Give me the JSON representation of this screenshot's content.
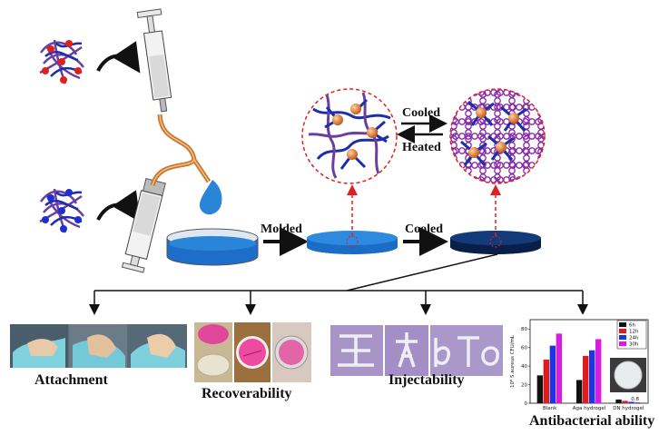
{
  "transitions": {
    "cooled_top": "Cooled",
    "heated": "Heated"
  },
  "steps": {
    "molded": "Molded",
    "cooled_bottom": "Cooled"
  },
  "properties": [
    {
      "label": "Attachment"
    },
    {
      "label": "Recoverability"
    },
    {
      "label": "Injectability"
    },
    {
      "label": "Antibacterial ability"
    }
  ],
  "colors": {
    "polymer_purple": "#6a3fa0",
    "polymer_blue": "#1c2fa8",
    "ion_red": "#e0201f",
    "ion_blue": "#1d2fd0",
    "tube_orange": "#c8782e",
    "gel_light": "#2a85d8",
    "gel_dark": "#0d2b60",
    "particle_orange": "#e07a2a"
  },
  "chart_data": {
    "type": "bar",
    "categories": [
      "Blank",
      "Aga hydrogel",
      "DN hydrogel"
    ],
    "series": [
      {
        "name": "6h",
        "color": "#111111",
        "values": [
          30,
          25,
          4
        ]
      },
      {
        "name": "12h",
        "color": "#e01b1b",
        "values": [
          47,
          51,
          2.5
        ]
      },
      {
        "name": "24h",
        "color": "#1d35e0",
        "values": [
          62,
          57,
          1.5
        ]
      },
      {
        "name": "30h",
        "color": "#d61ee0",
        "values": [
          75,
          69,
          1
        ]
      }
    ],
    "ylabel": "10⁸ S.aureus CFU/mL",
    "yticks": [
      "0",
      "20",
      "40",
      "60",
      "80"
    ],
    "ylim": [
      0,
      90
    ],
    "legend": "top-right",
    "inset_label": "0.8"
  }
}
